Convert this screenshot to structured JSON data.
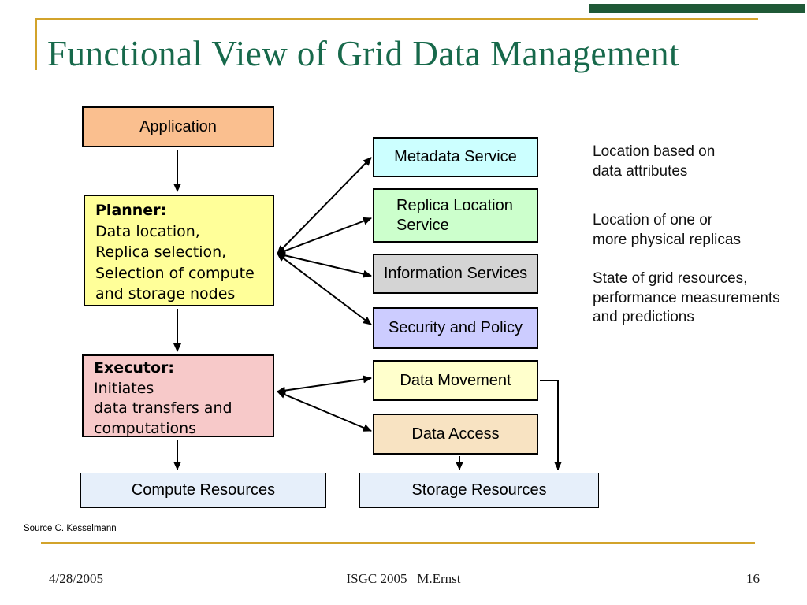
{
  "slide": {
    "title": "Functional View of Grid Data Management",
    "source_note": "Source C. Kesselmann",
    "footer": {
      "date": "4/28/2005",
      "center": "ISGC 2005   M.Ernst",
      "page_number": "16"
    }
  },
  "colors": {
    "title_green": "#17694b",
    "template_gold": "#d2a32b",
    "top_bar_green": "#1f5937",
    "application_fill": "#fabf8f",
    "planner_fill": "#ffff99",
    "executor_fill": "#f7c9c9",
    "metadata_fill": "#ccffff",
    "replica_fill": "#ccffcc",
    "information_fill": "#d4d4d4",
    "security_fill": "#ccccff",
    "data_movement_fill": "#ffffcc",
    "data_access_fill": "#f8e3c2",
    "resources_fill": "#e6effa",
    "border": "#000000"
  },
  "diagram": {
    "nodes": {
      "application": {
        "label": "Application"
      },
      "planner": {
        "heading": "Planner:",
        "lines": [
          "Data location,",
          "Replica selection,",
          "Selection of compute",
          "and storage nodes"
        ]
      },
      "executor": {
        "heading": "Executor:",
        "lines": [
          "Initiates",
          "data transfers and",
          "computations"
        ]
      },
      "metadata_service": {
        "label": "Metadata Service"
      },
      "replica_location_service": {
        "label": "Replica Location Service"
      },
      "information_services": {
        "label": "Information Services"
      },
      "security_and_policy": {
        "label": "Security and Policy"
      },
      "data_movement": {
        "label": "Data Movement"
      },
      "data_access": {
        "label": "Data Access"
      },
      "compute_resources": {
        "label": "Compute Resources"
      },
      "storage_resources": {
        "label": "Storage Resources"
      }
    },
    "edges": [
      {
        "from": "application",
        "to": "planner",
        "direction": "down"
      },
      {
        "from": "planner",
        "to": "executor",
        "direction": "down"
      },
      {
        "from": "executor",
        "to": "compute_resources",
        "direction": "down"
      },
      {
        "from": "planner",
        "to": "metadata_service",
        "direction": "both"
      },
      {
        "from": "planner",
        "to": "replica_location_service",
        "direction": "both"
      },
      {
        "from": "planner",
        "to": "information_services",
        "direction": "both"
      },
      {
        "from": "planner",
        "to": "security_and_policy",
        "direction": "both"
      },
      {
        "from": "executor",
        "to": "data_movement",
        "direction": "both"
      },
      {
        "from": "executor",
        "to": "data_access",
        "direction": "both"
      },
      {
        "from": "data_movement",
        "to": "storage_resources",
        "direction": "down"
      },
      {
        "from": "data_access",
        "to": "storage_resources",
        "direction": "down"
      }
    ]
  },
  "annotations": [
    {
      "lines": [
        "Location based on",
        "data attributes"
      ]
    },
    {
      "lines": [
        "Location of one or",
        "more physical replicas"
      ]
    },
    {
      "lines": [
        "State of grid resources,",
        "performance measurements",
        "and predictions"
      ]
    }
  ]
}
